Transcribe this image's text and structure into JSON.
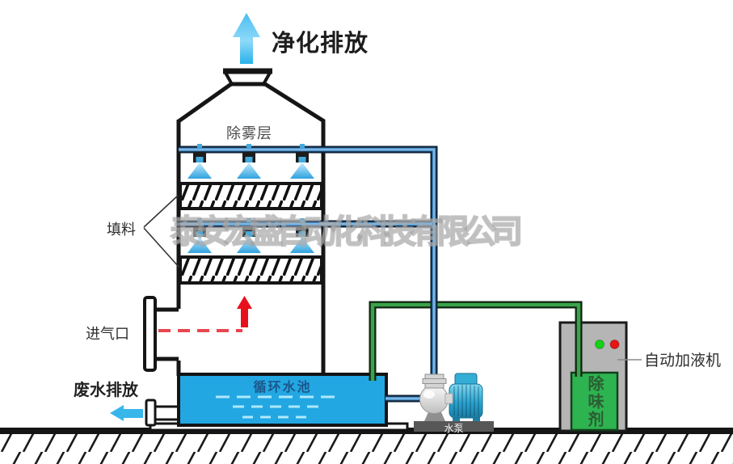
{
  "watermark": "泰安宏盛自动化科技有限公司",
  "labels": {
    "clean_exhaust": "净化排放",
    "demister_layer": "除雾层",
    "packing": "填料",
    "gas_inlet": "进气口",
    "wastewater_discharge": "废水排放",
    "circulating_water_tank": "循环水池",
    "water_pump": "水泵",
    "deodorant": "除味剂",
    "auto_dosing_machine": "自动加液机"
  },
  "icons": {
    "up_arrow": "purified-gas-discharge-arrow",
    "left_arrow": "wastewater-discharge-arrow",
    "red_up_arrow": "gas-flow-arrow",
    "spray_nozzles": "spray-cone-icons",
    "indicator_green": "power-on-light",
    "indicator_red": "alarm-light"
  },
  "colors": {
    "tank_blue": "#22a7e3",
    "pipe_blue": "#4b92cc",
    "pipe_green": "#3aa34b",
    "spray_blue": "#5fc4f2",
    "arrow_blue": "#38b6ea",
    "arrow_red": "#e8111b",
    "feeder_gray": "#b5b5b5",
    "deodorant_green": "#2eb351",
    "indicator_green": "#14d414",
    "indicator_red": "#e81515",
    "line_black": "#151515"
  }
}
